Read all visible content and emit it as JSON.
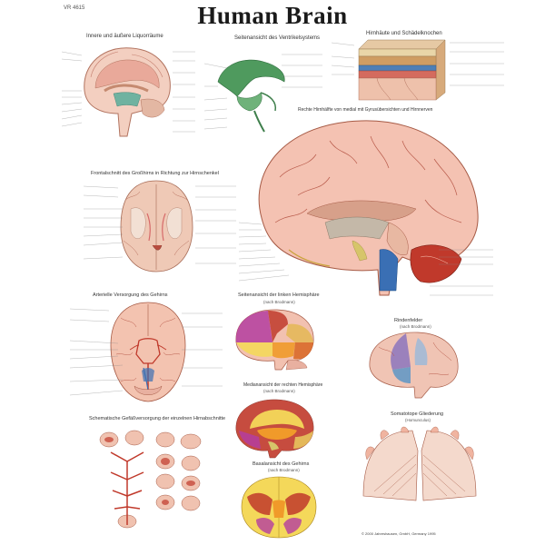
{
  "code": "VR 4615",
  "title": "Human Brain",
  "panels": {
    "inner_outer_cerebral": {
      "caption": "Innere und äußere Liquorräume"
    },
    "ventricles": {
      "caption": "Seitenansicht des Ventrikelsystems"
    },
    "meninges": {
      "caption": "Hirnhäute und Schädelknochen"
    },
    "sagittal": {
      "caption": "Rechte Hirnhälfte von medial mit Gyrusübersichten und Hirnnerven"
    },
    "frontal_section": {
      "caption": "Frontalschnitt des Großhirns in Richtung zur Hirnschenkel"
    },
    "basal_view": {
      "caption": "Arterielle Versorgung des Gehirns"
    },
    "lateral_hemisphere": {
      "caption": "Seitenansicht der linken Hemisphäre",
      "subcaption": "(nach Brodmann)"
    },
    "brodmann": {
      "caption": "Rindenfelder",
      "subcaption": "(nach Brodmann)"
    },
    "medial_right": {
      "caption": "Medianansicht der rechten Hemisphäre",
      "subcaption": "(nach Brodmann)"
    },
    "vascular_scheme": {
      "caption": "Schematische Gefäßversorgung der einzelnen Hirnabschnitte"
    },
    "somatotopic": {
      "caption": "Somatotope Gliederung",
      "subcaption": "(Homunculus)"
    },
    "basal_surface": {
      "caption": "Basalansicht des Gehirns",
      "subcaption": "(nach Brodmann)"
    }
  },
  "copyright": "© 2000 Jahreshausen, GmbH, Germany 1995"
}
